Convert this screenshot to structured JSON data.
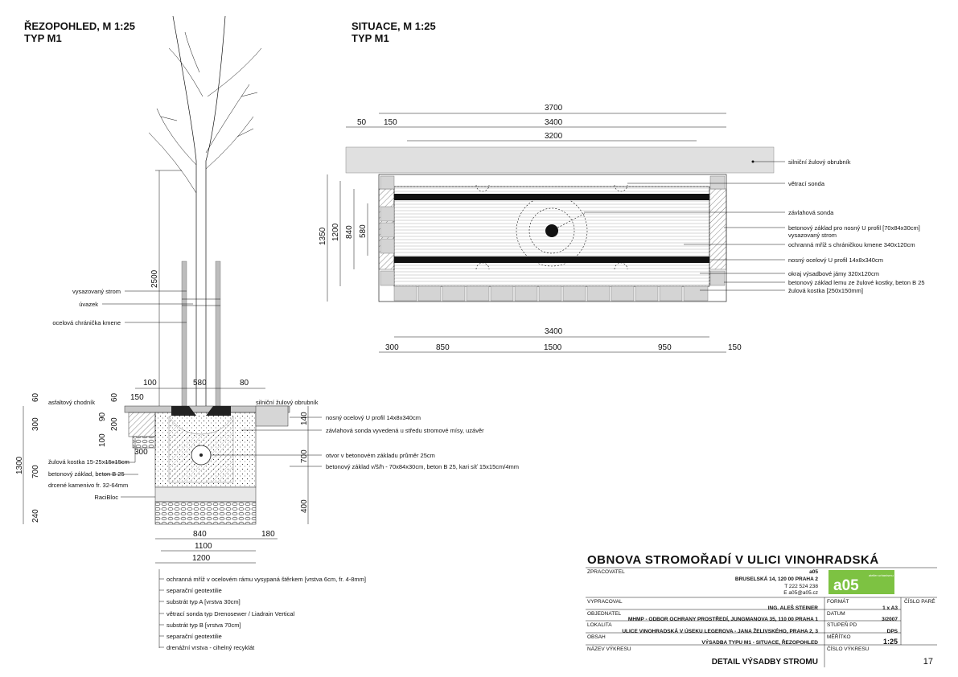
{
  "section_view": {
    "title_line1": "ŘEZOPOHLED, M 1:25",
    "title_line2": "TYP M1",
    "callouts_top": [
      "vysazovaný strom",
      "úvazek",
      "ocelová chránička kmene"
    ],
    "labels_left": [
      "asfaltový chodník",
      "žulová kostka 15-25x15x15cm",
      "betonový základ, beton B 25",
      "drcené kamenivo fr. 32-64mm",
      "RaciBloc"
    ],
    "label_curb": "silniční žulový obrubník",
    "labels_right": [
      "nosný ocelový U profil 14x8x340cm",
      "závlahová sonda vyvedená u středu stromové mísy, uzávěr",
      "otvor v betonovém základu průměr 25cm",
      "betonový základ v/š/h - 70x84x30cm, beton B 25, kari síť 15x15cm/4mm"
    ],
    "layers_legend": [
      "ochranná mříž v ocelovém rámu vysypaná štěrkem [vrstva 6cm, fr. 4-8mm]",
      "separační geotextilie",
      "substrát typ A [vrstva 30cm]",
      "větrací sonda typ Drenosewer / Liadrain Vertical",
      "substrát typ B [vrstva 70cm]",
      "separační geotextilie",
      "drenážní vrstva - cihelný recyklát"
    ],
    "dims": {
      "d2500": "2500",
      "d100": "100",
      "d580": "580",
      "d80": "80",
      "d60a": "60",
      "d60b": "60",
      "d150": "150",
      "d300a": "300",
      "d90": "90",
      "d200": "200",
      "d100b": "100",
      "d300b": "300",
      "d700a": "700",
      "d1300": "1300",
      "d240": "240",
      "d140": "140",
      "d700b": "700",
      "d400": "400",
      "d840": "840",
      "d180": "180",
      "d1100": "1100",
      "d1200": "1200"
    }
  },
  "plan_view": {
    "title_line1": "SITUACE, M 1:25",
    "title_line2": "TYP M1",
    "labels": [
      "silniční žulový obrubník",
      "větrací sonda",
      "závlahová sonda",
      "betonový základ pro nosný U profil [70x84x30cm]",
      "vysazovaný strom",
      "ochranná mříž s chráničkou kmene 340x120cm",
      "nosný ocelový U profil 14x8x340cm",
      "okraj výsadbové jámy 320x120cm",
      "betonový základ lemu ze žulové kostky, beton B 25",
      "žulová kostka [250x150mm]"
    ],
    "dims": {
      "d3700": "3700",
      "d50": "50",
      "d150": "150",
      "d3400": "3400",
      "d3200": "3200",
      "d1350": "1350",
      "d1200": "1200",
      "d840": "840",
      "d580": "580",
      "d3400b": "3400",
      "d300": "300",
      "d850": "850",
      "d1500": "1500",
      "d950": "950",
      "d150b": "150"
    }
  },
  "title_block": {
    "project_title": "OBNOVA STROMOŘADÍ V ULICI VINOHRADSKÁ",
    "zpracovatel_label": "ZPRACOVATEL",
    "firm": "a05",
    "address": "BRUSELSKÁ 14, 120 00 PRAHA 2",
    "phone": "T 222 524 238",
    "email": "E a05@a05.cz",
    "logo_text": "a05",
    "logo_small": "atelier\nurbanismu\na krajinářské\narchitektury",
    "vypracoval_label": "VYPRACOVAL",
    "vypracoval": "ING. ALEŠ STEINER",
    "objednatel_label": "OBJEDNATEL",
    "objednatel": "MHMP - ODBOR OCHRANY PROSTŘEDÍ, JUNGMANOVA 35, 110 00 PRAHA 1",
    "lokalita_label": "LOKALITA",
    "lokalita": "ULICE VINOHRADSKÁ V ÚSEKU LEGEROVA - JANA ŽELIVSKÉHO, PRAHA 2, 3",
    "obsah_label": "OBSAH",
    "obsah": "VÝSADBA TYPU M1 - SITUACE, ŘEZOPOHLED",
    "nazev_label": "NÁZEV VÝKRESU",
    "nazev": "DETAIL VÝSADBY STROMU",
    "format_label": "FORMÁT",
    "format": "1 x A3",
    "datum_label": "DATUM",
    "datum": "3/2007",
    "stupen_label": "STUPEŇ PD",
    "stupen": "DPS",
    "meritko_label": "MĚŘÍTKO",
    "meritko": "1:25",
    "cislo_pare_label": "ČÍSLO PARÉ",
    "cislo_vykresu_label": "ČÍSLO VÝKRESU",
    "cislo_vykresu": "17",
    "logo_color": "#7dc242"
  }
}
